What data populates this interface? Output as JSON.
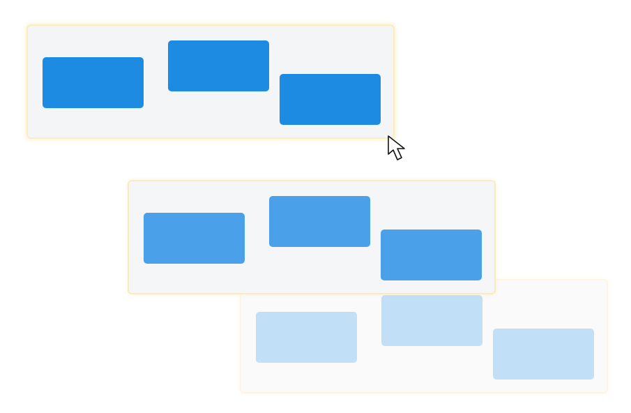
{
  "canvas": {
    "background": "#ffffff"
  },
  "groups": [
    {
      "id": "original",
      "state": "selected",
      "block_color": "#1e8be3",
      "opacity": 1.0
    },
    {
      "id": "drag-preview",
      "state": "dragging",
      "block_color": "#4aa1ea",
      "opacity": 0.8
    },
    {
      "id": "drag-ghost",
      "state": "trail",
      "block_color": "#c1dff7",
      "opacity": 0.3
    }
  ],
  "blocks_per_group": 3,
  "colors": {
    "block_solid": "#1e8be3",
    "block_mid": "#4aa1ea",
    "block_faded": "#c1dff7",
    "selection_outline": "#fcedc0",
    "group_fill": "#f3f5f7"
  },
  "cursor": {
    "icon": "arrow-pointer-icon",
    "fill": "#ffffff",
    "stroke": "#111111"
  }
}
